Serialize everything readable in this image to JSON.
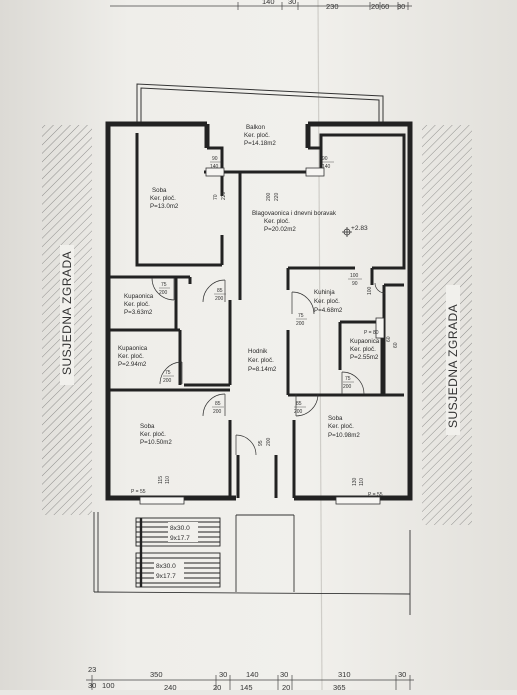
{
  "neighbors": {
    "left": "SUSJEDNA ZGRADA",
    "right": "SUSJEDNA ZGRADA"
  },
  "rooms": {
    "balkon": {
      "name": "Balkon",
      "floor": "Ker. ploč.",
      "area": "P=14.18m2"
    },
    "soba1": {
      "name": "Soba",
      "floor": "Ker. ploč.",
      "area": "P=13.0m2"
    },
    "dnevni": {
      "name": "Blagovaonica i dnevni boravak",
      "floor": "Ker. ploč.",
      "area": "P=20.02m2"
    },
    "kup1": {
      "name": "Kupaonica",
      "floor": "Ker. ploč.",
      "area": "P=3.63m2"
    },
    "kup2": {
      "name": "Kupaonica",
      "floor": "Ker. ploč.",
      "area": "P=2.94m2"
    },
    "hodnik": {
      "name": "Hodnik",
      "floor": "Ker. ploč.",
      "area": "P=8.14m2"
    },
    "kuhinja": {
      "name": "Kuhinja",
      "floor": "Ker. ploč.",
      "area": "P=4.68m2"
    },
    "kup3": {
      "name": "Kupaonica",
      "floor": "Ker. ploč.",
      "area": "P=2.55m2"
    },
    "soba2": {
      "name": "Soba",
      "floor": "Ker. ploč.",
      "area": "P=10.50m2"
    },
    "soba3": {
      "name": "Soba",
      "floor": "Ker. ploč.",
      "area": "P=10.98m2"
    }
  },
  "level_mark": "+2.83",
  "stairs": {
    "upper_a": "8x30.0",
    "upper_b": "9x17.7",
    "lower_a": "8x30.0",
    "lower_b": "9x17.7"
  },
  "door_tags": {
    "d_balk_l_a": "90",
    "d_balk_l_b": "140",
    "d_balk_r_a": "90",
    "d_balk_r_b": "140",
    "d_soba1_a": "70",
    "d_soba1_b": "220",
    "d_dnevni_a": "200",
    "d_dnevni_b": "220",
    "d_kup1_a": "75",
    "d_kup1_b": "200",
    "d_h1_a": "85",
    "d_h1_b": "200",
    "d_kup2_a": "75",
    "d_kup2_b": "200",
    "d_h2_a": "85",
    "d_h2_b": "200",
    "d_h3_a": "85",
    "d_h3_b": "200",
    "d_ent_a": "95",
    "d_ent_b": "200",
    "d_kuh_a": "75",
    "d_kuh_b": "200",
    "d_kuhw_a": "100",
    "d_kuhw_b": "90",
    "d_kuhv_a": "100",
    "d_kup3p": "P = 80",
    "d_kup3v_a": "60",
    "d_kup3v_b": "60",
    "d_kup3d_a": "75",
    "d_kup3d_b": "200",
    "d_s2w_a": "115",
    "d_s2w_b": "110",
    "d_s3w_a": "130",
    "d_s3w_b": "110",
    "d_s2p": "P = 55",
    "d_s3p": "P = 55"
  },
  "top_dims": [
    "140",
    "30",
    "230",
    "20",
    "60",
    "30"
  ],
  "bottom_dims_row1": [
    "23",
    "350",
    "30",
    "140",
    "30",
    "310",
    "30"
  ],
  "bottom_dims_row2": [
    "30",
    "100",
    "240",
    "20",
    "145",
    "20",
    "365"
  ]
}
